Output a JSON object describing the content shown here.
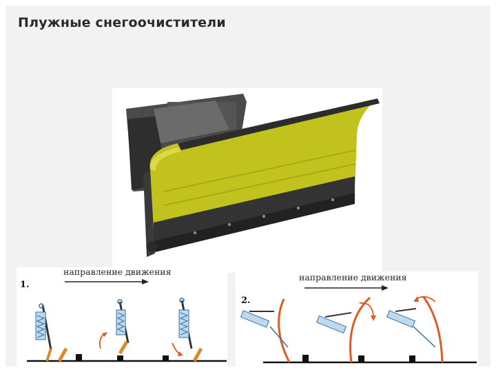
{
  "slide": {
    "title": "Плужные снегоочистители"
  },
  "diagram_1": {
    "number": "1.",
    "direction_label": "направление движения"
  },
  "diagram_2": {
    "number": "2.",
    "direction_label": "направление движения"
  },
  "colors": {
    "blade_yellow": "#c9c92a",
    "frame_dark": "#3a3a3a",
    "spring_blue": "#7fb6e0",
    "curve_orange": "#e05a20",
    "title_text": "#2a2a2a"
  }
}
